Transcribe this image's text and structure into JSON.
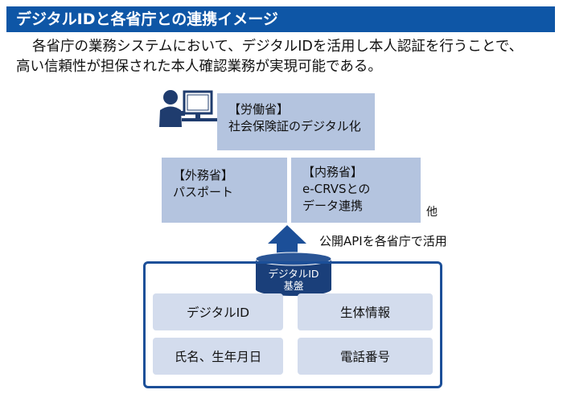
{
  "title": "デジタルIDと各省庁との連携イメージ",
  "description": {
    "line1": "各省庁の業務システムにおいて、デジタルIDを活用し本人認証を行うことで、",
    "line2": "高い信頼性が担保された本人確認業務が実現可能である。"
  },
  "ministries": {
    "labor": {
      "name": "【労働省】",
      "service": "社会保険証のデジタル化"
    },
    "foreign": {
      "name": "【外務省】",
      "service": "パスポート"
    },
    "interior": {
      "name": "【内務省】",
      "service_line1": "e-CRVSとの",
      "service_line2": "データ連携"
    }
  },
  "other_label": "他",
  "api_label": "公開APIを各省庁で活用",
  "platform": {
    "line1": "デジタルID",
    "line2": "基盤"
  },
  "fields": {
    "digital_id": "デジタルID",
    "biometrics": "生体情報",
    "name_birthdate": "氏名、生年月日",
    "phone": "電話番号"
  },
  "colors": {
    "title_bg": "#0e56a6",
    "ministry_box": "#b4c4df",
    "field_box": "#d3dced",
    "arrow_and_frame": "#1c4f98",
    "cylinder": "#1a3f7a"
  },
  "icons": {
    "person": "person-at-computer-icon"
  }
}
